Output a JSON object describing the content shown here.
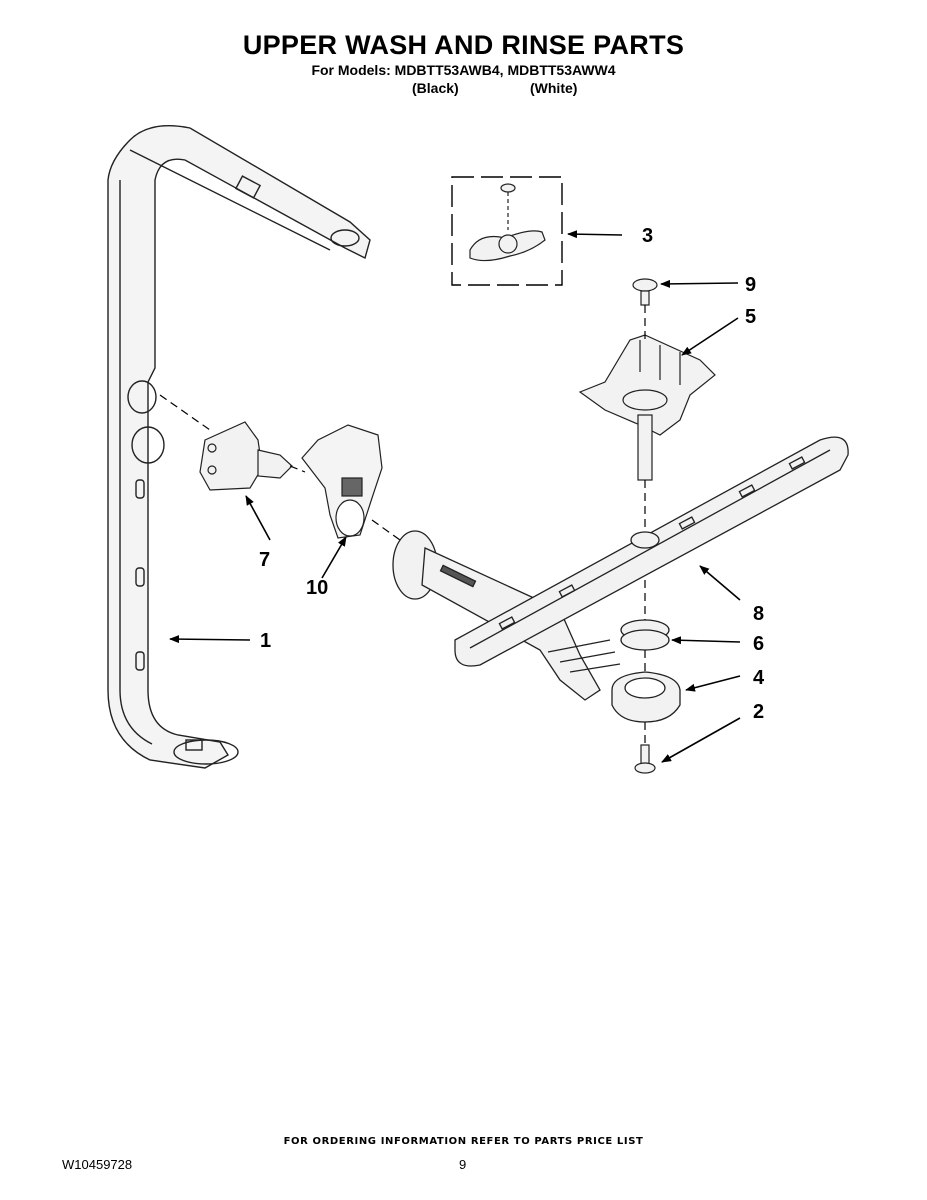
{
  "header": {
    "title": "UPPER WASH AND RINSE PARTS",
    "models": "For Models: MDBTT53AWB4, MDBTT53AWW4",
    "color_black": "(Black)",
    "color_white": "(White)"
  },
  "callouts": {
    "c1": "1",
    "c2": "2",
    "c3": "3",
    "c4": "4",
    "c5": "5",
    "c6": "6",
    "c7": "7",
    "c8": "8",
    "c9": "9",
    "c10": "10"
  },
  "footer": {
    "note": "FOR ORDERING INFORMATION REFER TO PARTS PRICE LIST",
    "doc_number": "W10459728",
    "page_number": "9"
  }
}
